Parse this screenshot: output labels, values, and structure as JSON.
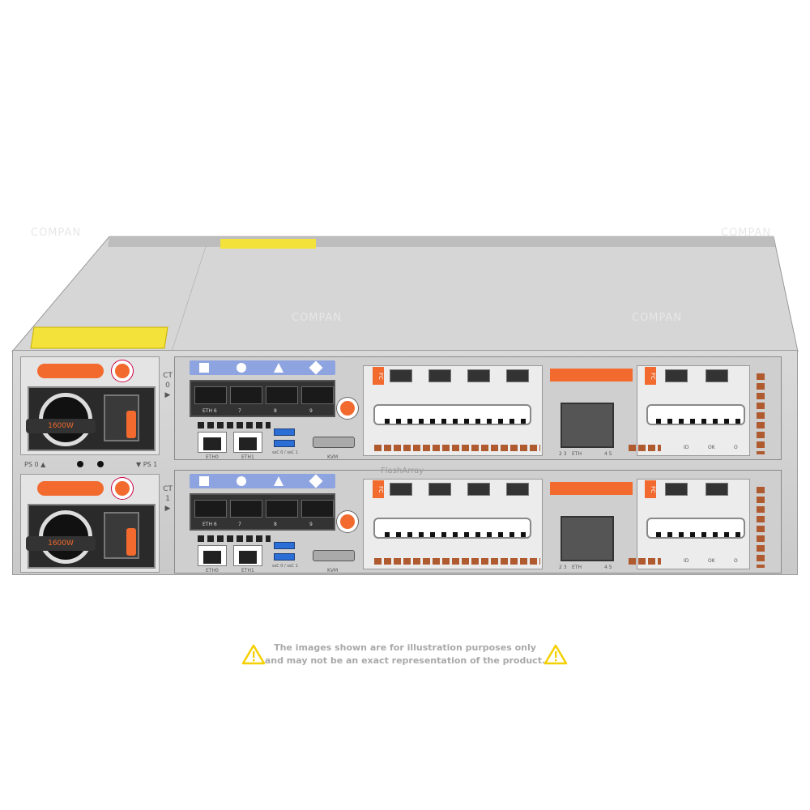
{
  "product": {
    "brand_strip": "FlashArray"
  },
  "watermark": "COMPAN",
  "power_supplies": [
    {
      "name": "PS 0",
      "wattage": "1600W"
    },
    {
      "name": "PS 1",
      "wattage": "1600W"
    }
  ],
  "psu_labels": {
    "ps0": "PS 0 ▲",
    "ps1": "▼ PS 1"
  },
  "controllers": [
    {
      "label": "CT",
      "number": "0",
      "eth_card_ports": [
        "ETH 6",
        "7",
        "8",
        "9"
      ],
      "eth0": "ETH0",
      "eth1": "ETH1",
      "usb": "ssC 0 / ssC 1",
      "kvm": "KVM",
      "fc": "FC",
      "fc2": "FC",
      "eth_label": "ETH",
      "eth_ports_left": "2 3",
      "eth_ports_right": "4 5",
      "leds": [
        "ID",
        "OK",
        "O"
      ]
    },
    {
      "label": "CT",
      "number": "1",
      "eth_card_ports": [
        "ETH 6",
        "7",
        "8",
        "9"
      ],
      "eth0": "ETH0",
      "eth1": "ETH1",
      "usb": "ssC 0 / ssC 1",
      "kvm": "KVM",
      "fc": "FC",
      "fc2": "FC",
      "eth_label": "ETH",
      "eth_ports_left": "2 3",
      "eth_ports_right": "4 5",
      "leds": [
        "ID",
        "OK",
        "O"
      ]
    }
  ],
  "disclaimer": {
    "line1": "The images shown are for illustration purposes only",
    "line2": "and may not be an exact representation of the product."
  },
  "colors": {
    "accent_orange": "#f26a2e",
    "blue_bar": "#8ea4e0",
    "warning_yellow": "#f5d000",
    "chassis": "#d0d0d0"
  }
}
